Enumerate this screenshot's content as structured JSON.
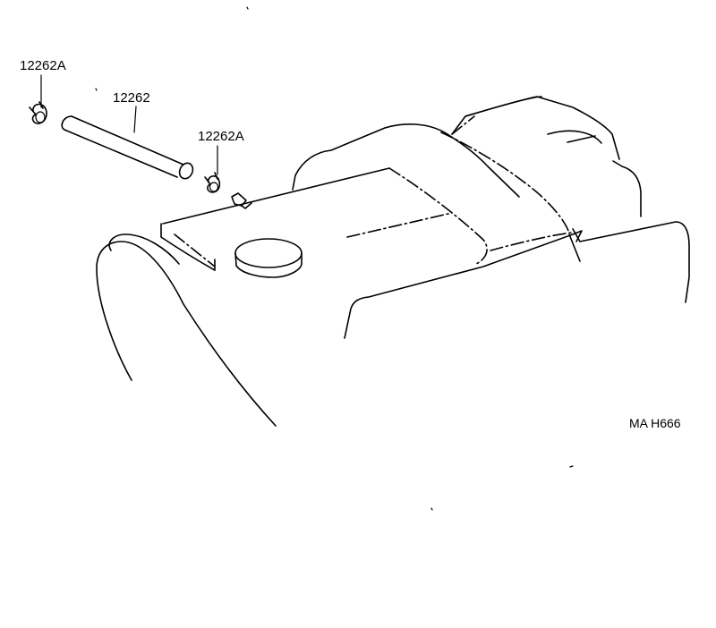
{
  "labels": {
    "clip_left": "12262A",
    "hose": "12262",
    "clip_right": "12262A",
    "figure_code": "MA H666"
  }
}
